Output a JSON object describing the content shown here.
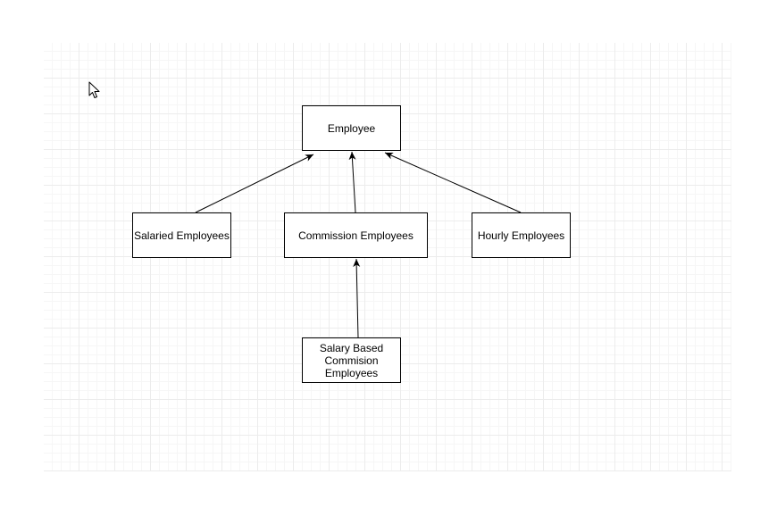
{
  "diagram": {
    "nodes": {
      "employee": {
        "label": "Employee"
      },
      "salaried": {
        "label": "Salaried Employees"
      },
      "commission": {
        "label": "Commission Employees"
      },
      "hourly": {
        "label": "Hourly Employees"
      },
      "salary_based": {
        "label": "Salary Based\nCommision\nEmployees"
      }
    },
    "edges": [
      {
        "from": "salaried",
        "to": "employee",
        "style": "solid-arrow"
      },
      {
        "from": "commission",
        "to": "employee",
        "style": "solid-arrow"
      },
      {
        "from": "hourly",
        "to": "employee",
        "style": "solid-arrow"
      },
      {
        "from": "salary_based",
        "to": "commission",
        "style": "solid-arrow"
      }
    ],
    "colors": {
      "stroke": "#000000",
      "grid": "#ececec",
      "background": "#ffffff"
    }
  },
  "cursor": {
    "icon": "mouse-pointer-icon"
  }
}
